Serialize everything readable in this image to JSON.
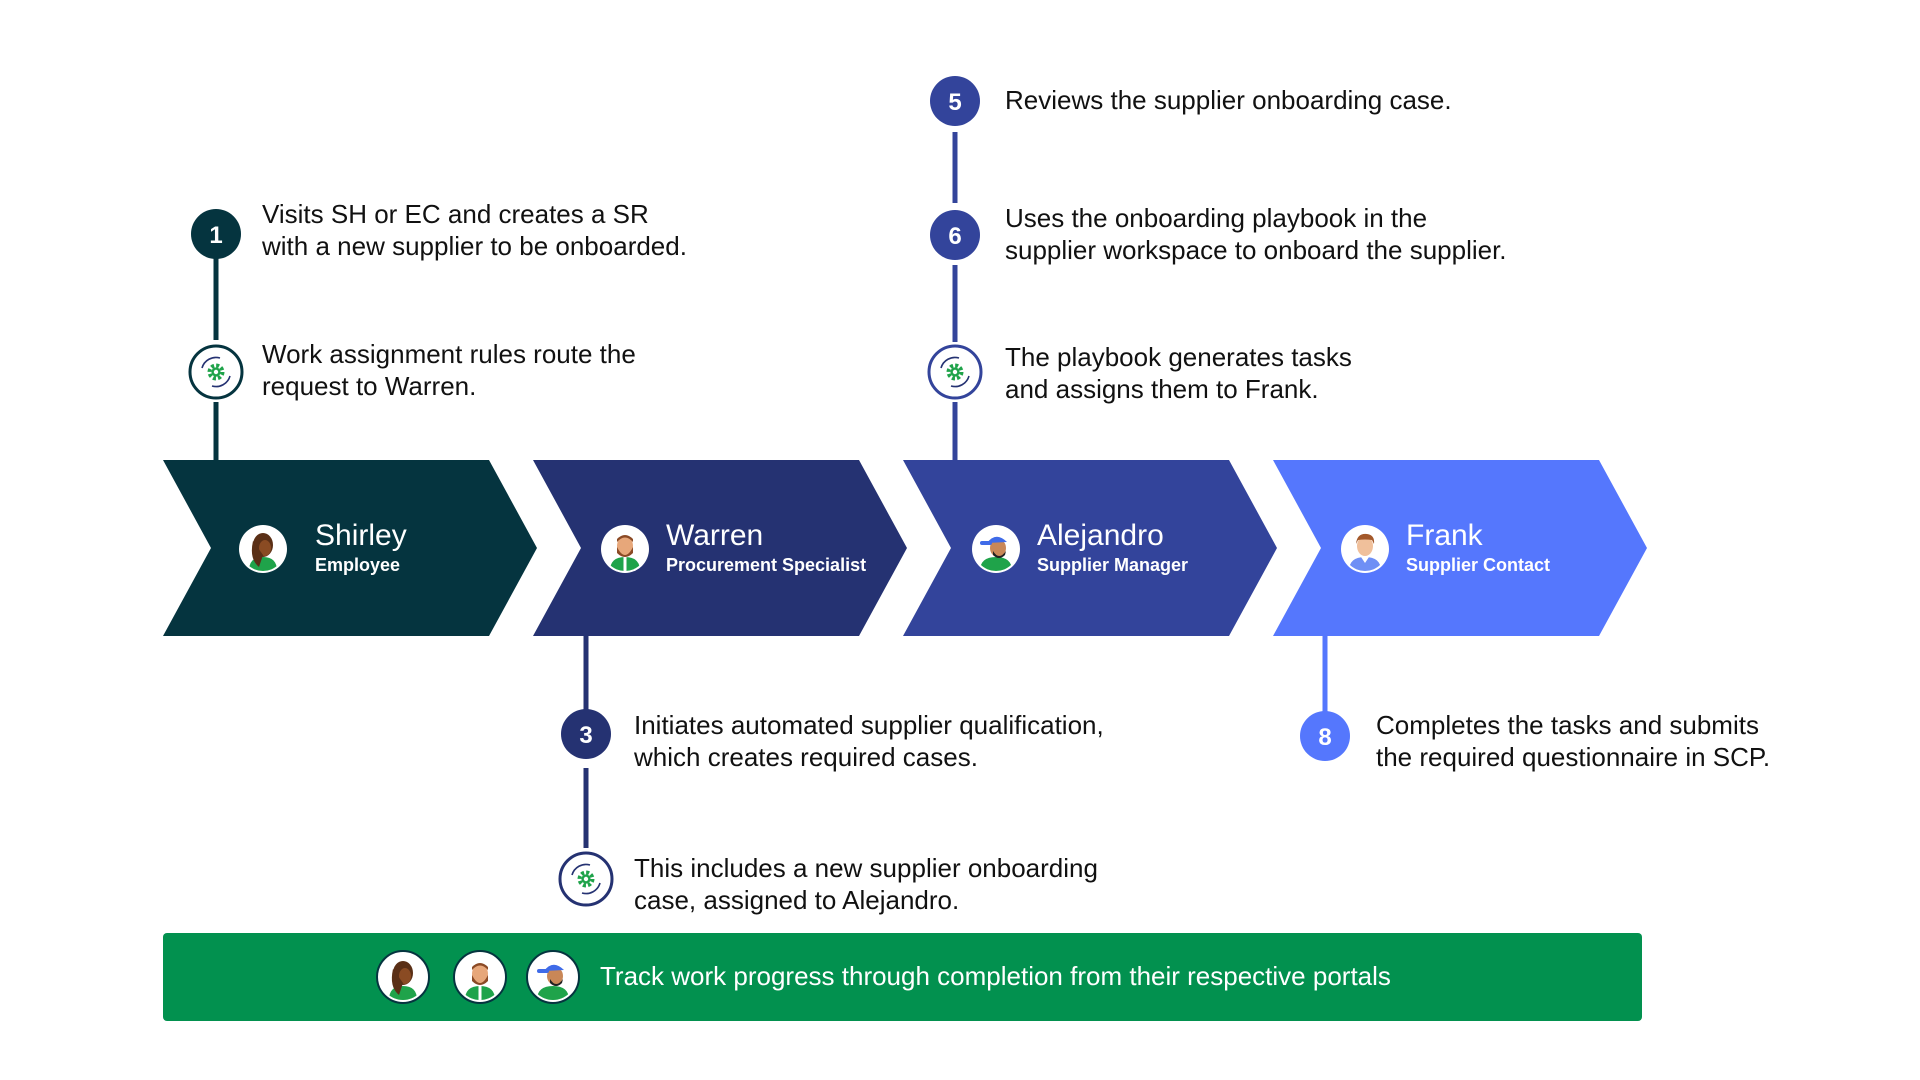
{
  "colors": {
    "shirley": "#05343f",
    "warren": "#253272",
    "alejandro": "#33449b",
    "frank": "#5577fd",
    "banner": "#02914f",
    "gear": "#1fa34a"
  },
  "actors": [
    {
      "name": "Shirley",
      "role": "Employee",
      "icon": "person-avatar-brown-icon"
    },
    {
      "name": "Warren",
      "role": "Procurement Specialist",
      "icon": "person-avatar-beard-icon"
    },
    {
      "name": "Alejandro",
      "role": "Supplier Manager",
      "icon": "person-avatar-cap-icon"
    },
    {
      "name": "Frank",
      "role": "Supplier Contact",
      "icon": "person-avatar-light-icon"
    }
  ],
  "steps": {
    "s1": {
      "badge": "1",
      "line1": "Visits SH or EC and creates a SR",
      "line2": "with a new supplier to be onboarded."
    },
    "s2": {
      "icon": "automation-gear-icon",
      "line1": "Work assignment rules route the",
      "line2": "request to Warren."
    },
    "s3": {
      "badge": "3",
      "line1": "Initiates automated supplier qualification,",
      "line2": "which creates required cases."
    },
    "s4": {
      "icon": "automation-gear-icon",
      "line1": "This includes a new supplier onboarding",
      "line2": "case, assigned to Alejandro."
    },
    "s5": {
      "badge": "5",
      "line1": "Reviews the supplier onboarding case."
    },
    "s6": {
      "badge": "6",
      "line1": "Uses the onboarding playbook in the",
      "line2": "supplier workspace to onboard the supplier."
    },
    "s7": {
      "icon": "automation-gear-icon",
      "line1": "The playbook generates tasks",
      "line2": "and assigns them to Frank."
    },
    "s8": {
      "badge": "8",
      "line1": "Completes the tasks and submits",
      "line2": "the required questionnaire in SCP."
    }
  },
  "banner": {
    "text": "Track work progress through completion from their respective portals",
    "avatars": [
      "person-avatar-brown-icon",
      "person-avatar-beard-icon",
      "person-avatar-cap-icon"
    ]
  }
}
